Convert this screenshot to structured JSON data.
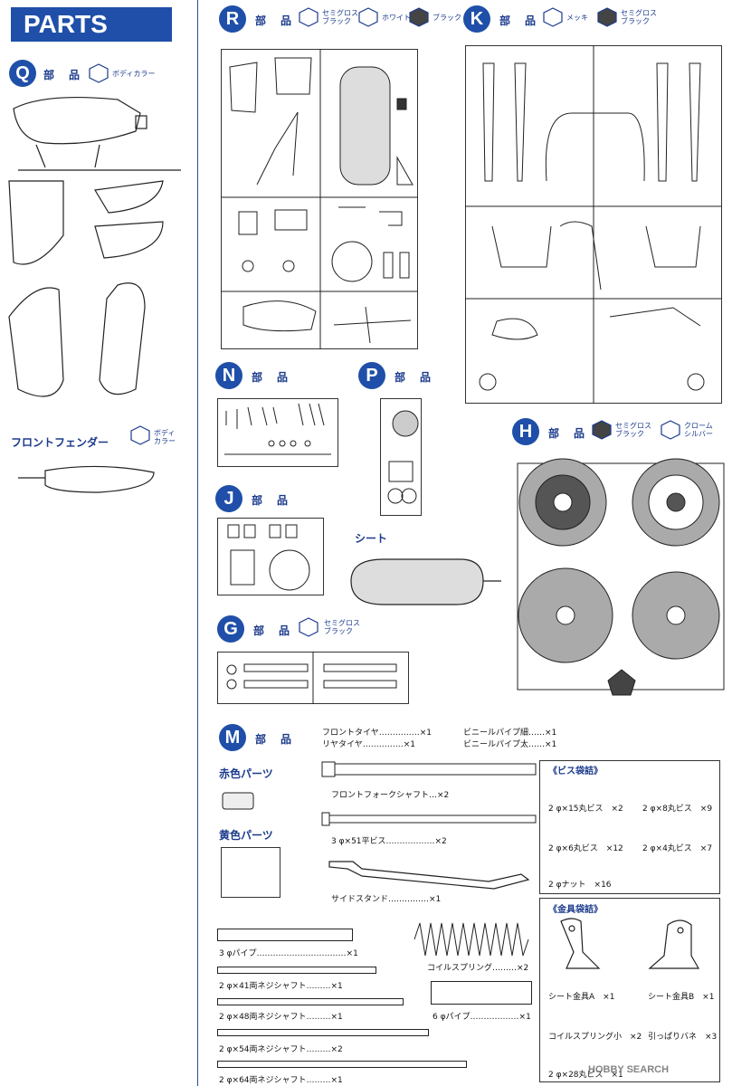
{
  "banner": "PARTS",
  "q": {
    "letter": "Q",
    "label": "部　品",
    "colors": [
      "ボディカラー"
    ],
    "front_fender": "フロントフェンダー",
    "front_fender_color": "ボディ\nカラー"
  },
  "r": {
    "letter": "R",
    "label": "部　品",
    "colors": [
      "セミグロス\nブラック",
      "ホワイト",
      "ブラック"
    ]
  },
  "k": {
    "letter": "K",
    "label": "部　品",
    "colors": [
      "メッキ",
      "セミグロス\nブラック"
    ]
  },
  "n": {
    "letter": "N",
    "label": "部　品"
  },
  "p": {
    "letter": "P",
    "label": "部　品"
  },
  "h": {
    "letter": "H",
    "label": "部　品",
    "colors": [
      "セミグロス\nブラック",
      "クローム\nシルバー"
    ]
  },
  "j": {
    "letter": "J",
    "label": "部　品"
  },
  "seat": "シート",
  "g": {
    "letter": "G",
    "label": "部　品",
    "colors": [
      "セミグロス\nブラック"
    ]
  },
  "m": {
    "letter": "M",
    "label": "部　品"
  },
  "tires": [
    "フロントタイヤ……………×1",
    "リヤタイヤ……………×1"
  ],
  "vinyl": [
    "ビニールパイプ細……×1",
    "ビニールパイプ太……×1"
  ],
  "red_parts": "赤色パーツ",
  "yellow_parts": "黄色パーツ",
  "fork_shaft": "フロントフォークシャフト…×2",
  "flat_screw": "3 φ×51平ビス………………×2",
  "side_stand": "サイドスタンド……………×1",
  "pipe3": "3 φパイプ……………………………×1",
  "coil_spring": "コイルスプリング………×2",
  "pipe6": "6 φパイプ………………×1",
  "shaft41": "2 φ×41両ネジシャフト………×1",
  "shaft48": "2 φ×48両ネジシャフト………×1",
  "shaft54": "2 φ×54両ネジシャフト………×2",
  "shaft64": "2 φ×64両ネジシャフト………×1",
  "screw_bag": {
    "title": "《ビス袋詰》",
    "items": [
      "2 φ×15丸ビス　×2",
      "2 φ×8丸ビス　×9",
      "2 φ×6丸ビス　×12",
      "2 φ×4丸ビス　×7",
      "2 φナット　×16"
    ]
  },
  "metal_bag": {
    "title": "《金具袋詰》",
    "items": [
      "シート金具A　×1",
      "シート金具B　×1",
      "コイルスプリング小　×2",
      "引っぱりバネ　×3",
      "2 φ×28丸ビス　×1"
    ]
  },
  "watermark": "HOBBY SEARCH"
}
